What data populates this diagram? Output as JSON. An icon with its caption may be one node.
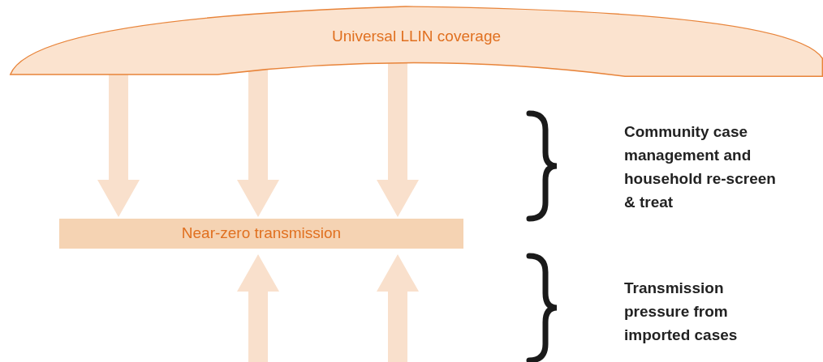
{
  "diagram": {
    "nodes": [
      {
        "text": [
          "Universal LLIN coverage"
        ]
      },
      {
        "text": [
          "Near-zero transmission"
        ]
      }
    ],
    "edges": [
      {
        "from": 0,
        "to": 1,
        "arrow": "to"
      },
      {
        "from": 0,
        "to": 1,
        "arrow": "to"
      },
      {
        "from": 0,
        "to": 1,
        "arrow": "to"
      },
      {
        "from": null,
        "to": 1,
        "arrow": "to"
      },
      {
        "from": null,
        "to": 1,
        "arrow": "to"
      }
    ],
    "labels": [
      "Community case management and household re-screen & treat",
      "Transmission pressure from imported cases"
    ]
  }
}
